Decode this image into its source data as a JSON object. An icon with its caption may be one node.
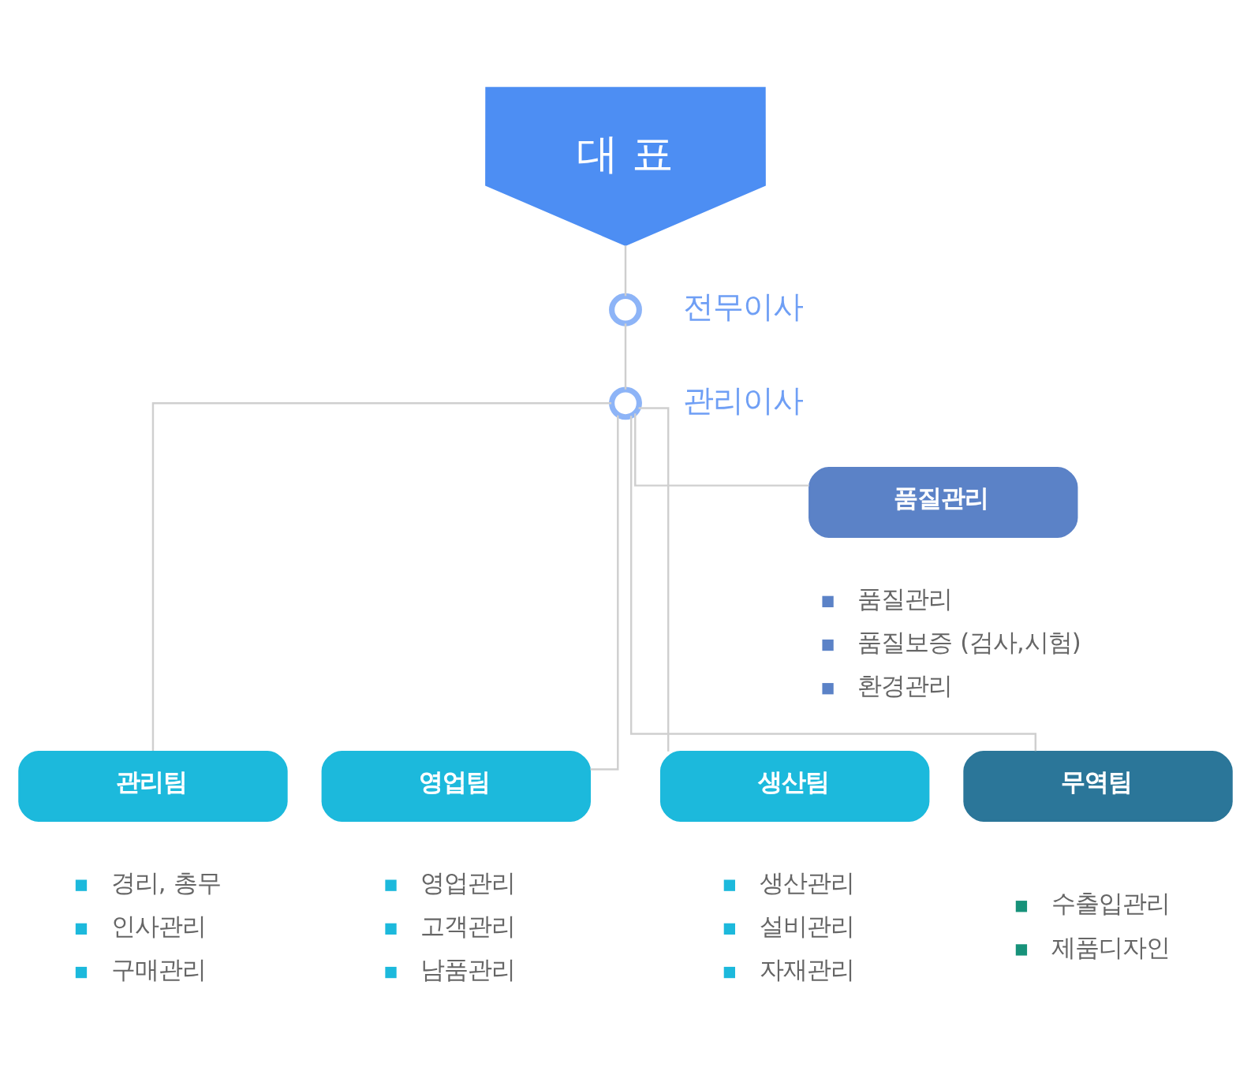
{
  "diagram": {
    "nodes": [
      {
        "text": [
          "대 표"
        ]
      },
      {
        "text": [],
        "shape": "circle",
        "beside": [
          "전무이사"
        ]
      },
      {
        "text": [],
        "shape": "circle",
        "beside": [
          "관리이사"
        ]
      },
      {
        "text": [
          "품질관리"
        ],
        "beside": [
          "품질관리",
          "품질보증 (검사,시험)",
          "환경관리"
        ]
      },
      {
        "text": [
          "관리팀"
        ],
        "beside": [
          "경리, 총무",
          "인사관리",
          "구매관리"
        ]
      },
      {
        "text": [
          "영업팀"
        ],
        "beside": [
          "영업관리",
          "고객관리",
          "남품관리"
        ]
      },
      {
        "text": [
          "생산팀"
        ],
        "beside": [
          "생산관리",
          "설비관리",
          "자재관리"
        ]
      },
      {
        "text": [
          "무역팀"
        ],
        "beside": [
          "수출입관리",
          "제품디자인"
        ]
      }
    ],
    "edges": [
      {
        "from": 0,
        "to": 1,
        "arrow": "none"
      },
      {
        "from": 1,
        "to": 2,
        "arrow": "none"
      },
      {
        "from": 2,
        "to": 3,
        "arrow": "none"
      },
      {
        "from": 2,
        "to": 4,
        "arrow": "none"
      },
      {
        "from": 2,
        "to": 5,
        "arrow": "none"
      },
      {
        "from": 2,
        "to": 6,
        "arrow": "none"
      },
      {
        "from": 2,
        "to": 7,
        "arrow": "none"
      }
    ]
  }
}
